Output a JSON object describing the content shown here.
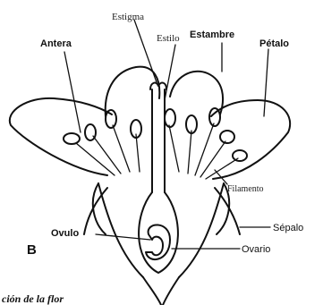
{
  "labels": {
    "estigma": "Estigma",
    "estilo": "Estilo",
    "estambre": "Estambre",
    "antera": "Antera",
    "petalo": "Pétalo",
    "filamento": "Filamento",
    "sepalo": "Sépalo",
    "ovulo": "Ovulo",
    "ovario": "Ovario",
    "panel_letter": "B",
    "caption": "ción de la flor"
  }
}
